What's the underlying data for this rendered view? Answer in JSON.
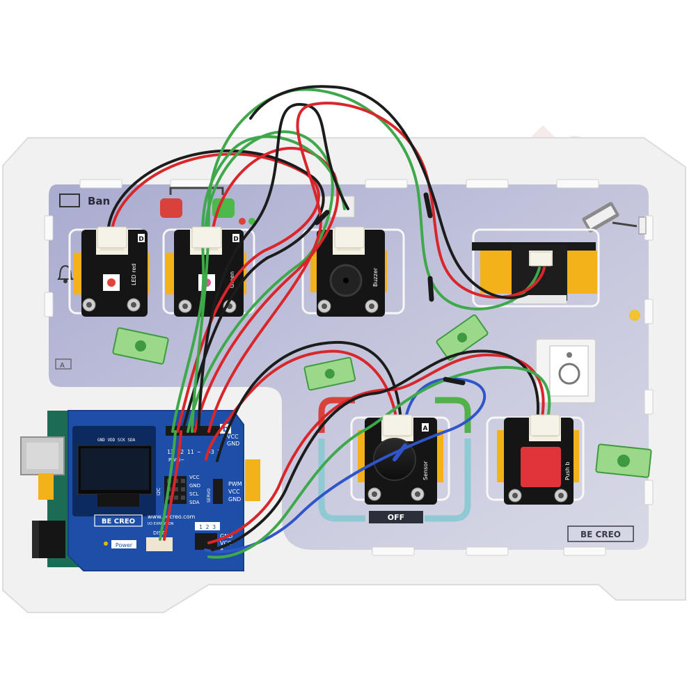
{
  "board": {
    "title_partial": "Ban",
    "brand_logo": "BE CREO"
  },
  "modules": {
    "led_red": {
      "label": "LED red",
      "port": "D"
    },
    "led_green": {
      "label": "Green",
      "port": "D"
    },
    "buzzer": {
      "label": "Buzzer"
    },
    "knob": {
      "label": "Sensor",
      "port": "A"
    },
    "push_button": {
      "label": "Push b"
    }
  },
  "panel": {
    "corner_label_left": "A",
    "off_label": "OFF"
  },
  "arduino": {
    "pin_row_top": "13 12 11 ~",
    "pin_row_right": "~3  2",
    "pwm_label": "PWM~",
    "vcc": "VCC",
    "gnd": "GND",
    "d_label": "D",
    "oled_pins": "GND VDD SCK SDA",
    "servo_pins": [
      "PWM",
      "VCC",
      "GND"
    ],
    "servo_label": "SERVO",
    "header_left": [
      "VCC",
      "GND",
      "SCL",
      "SDA"
    ],
    "i2c_label": "I2C",
    "brand": "BE CREO",
    "website": "www.becreo.com",
    "expansion": "I/O EXPANSION",
    "power_label": "Power",
    "dist_label": "DIST",
    "a_row": "1 2 3",
    "a_pins": [
      "GND",
      "VCC",
      "A"
    ]
  },
  "colors": {
    "wire_red": "#d8262b",
    "wire_green": "#3fa84a",
    "wire_black": "#1c1c1c",
    "wire_blue": "#2f55c8",
    "module_yellow": "#f3b21a",
    "pcb_blue": "#1e4fa8",
    "panel_lavender": "#b8b9d6"
  }
}
